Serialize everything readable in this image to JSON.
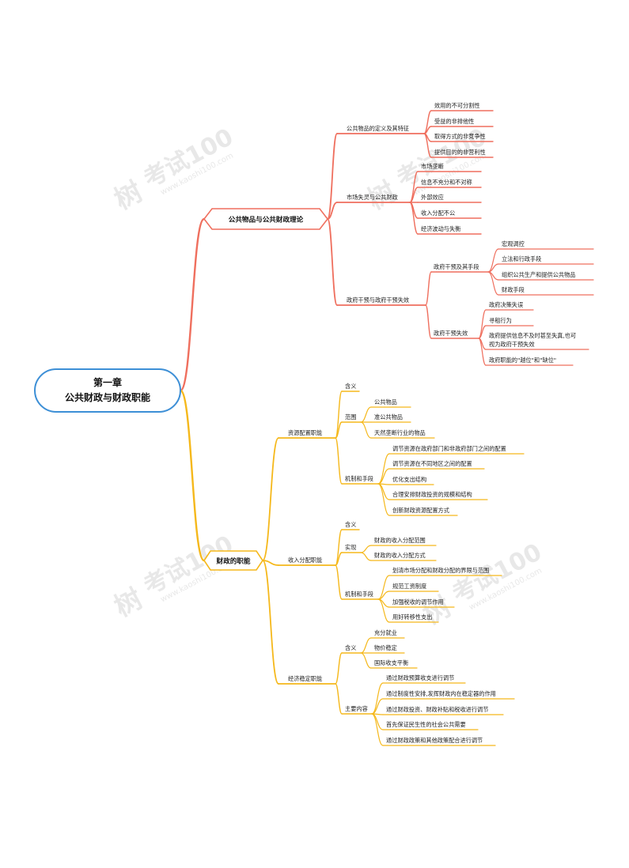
{
  "colors": {
    "red": "#ef6f5e",
    "orange": "#f5b81b",
    "root_border": "#3d8fd6",
    "watermark": "#e8e8e8"
  },
  "root": {
    "line1": "第一章",
    "line2": "公共财政与财政职能"
  },
  "watermark": {
    "brand": "考试100",
    "site": "www.kaoshi100.com"
  },
  "branches": {
    "b1": {
      "label": "公共物品与公共财政理论",
      "c1": {
        "label": "公共物品的定义及其特征",
        "items": [
          "效用的不可分割性",
          "受益的非排他性",
          "取得方式的非竞争性",
          "提供目的的非营利性"
        ]
      },
      "c2": {
        "label": "市场失灵与公共财政",
        "items": [
          "市场垄断",
          "信息不充分和不对称",
          "外部效应",
          "收入分配不公",
          "经济波动与失衡"
        ]
      },
      "c3": {
        "label": "政府干预与政府干预失效",
        "g1": {
          "label": "政府干预及其手段",
          "items": [
            "宏观调控",
            "立法和行政手段",
            "组织公共生产和提供公共物品",
            "财政手段"
          ]
        },
        "g2": {
          "label": "政府干预失效",
          "items": [
            "政府决策失误",
            "寻租行为",
            "政府提供信息不及时甚至失真,也可",
            "视为政府干预失效",
            "政府职能的\"越位\"和\"缺位\""
          ]
        }
      }
    },
    "b2": {
      "label": "财政的职能",
      "c1": {
        "label": "资源配置职能",
        "hanyi": "含义",
        "fanwei": {
          "label": "范围",
          "items": [
            "公共物品",
            "准公共物品",
            "天然垄断行业的物品"
          ]
        },
        "jizhi": {
          "label": "机制和手段",
          "items": [
            "调节资源在政府部门和非政府部门之间的配置",
            "调节资源在不同地区之间的配置",
            "优化支出结构",
            "合理安排财政投资的规模和结构",
            "创新财政资源配置方式"
          ]
        }
      },
      "c2": {
        "label": "收入分配职能",
        "hanyi": "含义",
        "shixian": {
          "label": "实现",
          "items": [
            "财政的收入分配范围",
            "财政的收入分配方式"
          ]
        },
        "jizhi": {
          "label": "机制和手段",
          "items": [
            "划清市场分配和财政分配的界限与范围",
            "规范工资制度",
            "加强税收的调节作用",
            "用好转移性支出"
          ]
        }
      },
      "c3": {
        "label": "经济稳定职能",
        "hanyi": {
          "label": "含义",
          "items": [
            "充分就业",
            "物价稳定",
            "国际收支平衡"
          ]
        },
        "zhuyao": {
          "label": "主要内容",
          "items": [
            "通过财政预算收支进行调节",
            "通过制度性安排,发挥财政内在稳定器的作用",
            "通过财政投资、财政补贴和税收进行调节",
            "首先保证民生性的社会公共需要",
            "通过财政政策和其他政策配合进行调节"
          ]
        }
      }
    }
  }
}
